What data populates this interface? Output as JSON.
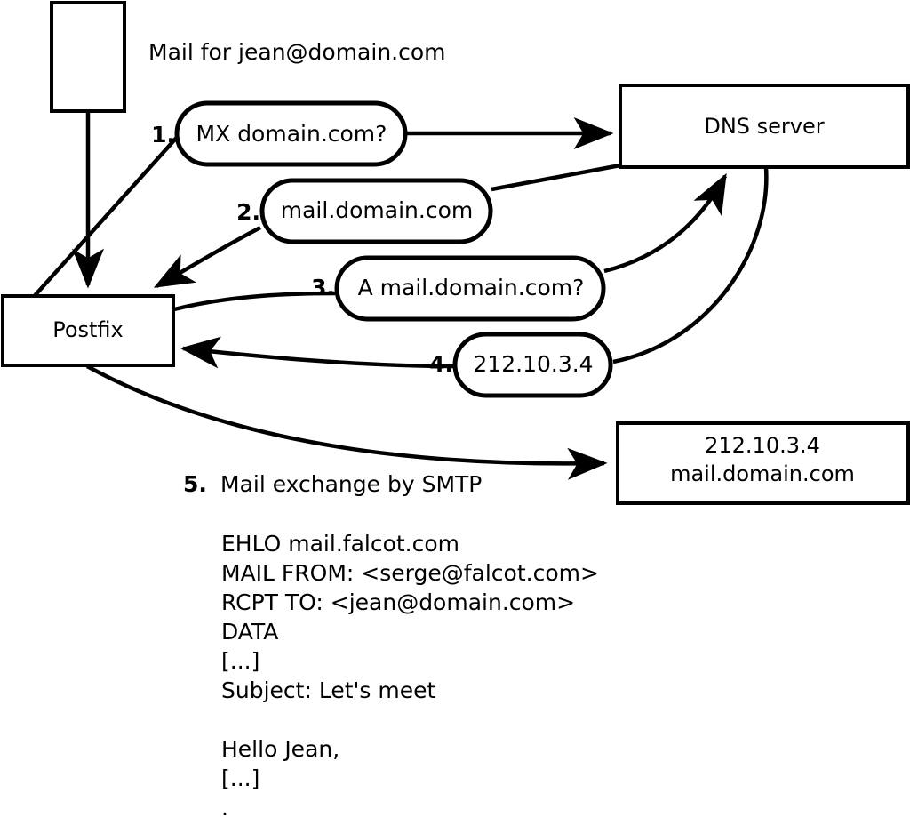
{
  "diagram": {
    "title_note": "Mail for jean@domain.com",
    "nodes": {
      "sender_box": {
        "label": ""
      },
      "postfix": {
        "label": "Postfix"
      },
      "dns_server": {
        "label": "DNS server"
      },
      "mail_server": {
        "line1": "212.10.3.4",
        "line2": "mail.domain.com"
      }
    },
    "steps": [
      {
        "number": "1.",
        "label": "MX domain.com?"
      },
      {
        "number": "2.",
        "label": "mail.domain.com"
      },
      {
        "number": "3.",
        "label": "A mail.domain.com?"
      },
      {
        "number": "4.",
        "label": "212.10.3.4"
      }
    ],
    "step5": {
      "number": "5.",
      "label": "Mail exchange by SMTP"
    },
    "smtp_transcript": [
      "EHLO mail.falcot.com",
      "MAIL FROM: <serge@falcot.com>",
      "RCPT TO: <jean@domain.com>",
      "DATA",
      "[...]",
      "Subject: Let's meet",
      "",
      "Hello Jean,",
      "[...]",
      "."
    ],
    "colors": {
      "stroke": "#000000",
      "fill": "#ffffff",
      "text": "#000000"
    }
  }
}
